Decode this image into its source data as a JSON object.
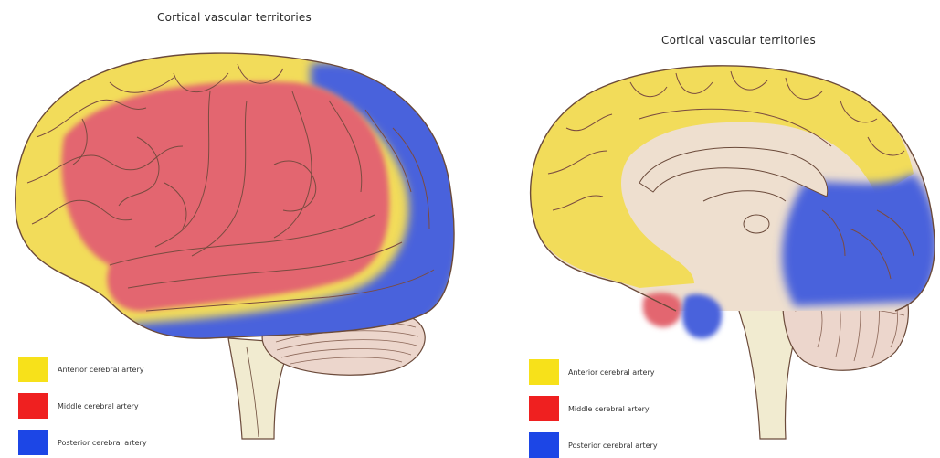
{
  "panels": [
    {
      "title": "Cortical vascular territories",
      "legend": [
        {
          "label": "Anterior cerebral artery",
          "color": "#f7e11a"
        },
        {
          "label": "Middle cerebral artery",
          "color": "#ef2020"
        },
        {
          "label": "Posterior cerebral artery",
          "color": "#1c46e6"
        }
      ]
    },
    {
      "title": "Cortical vascular territories",
      "legend": [
        {
          "label": "Anterior cerebral artery",
          "color": "#f7e11a"
        },
        {
          "label": "Middle cerebral artery",
          "color": "#ef2020"
        },
        {
          "label": "Posterior cerebral artery",
          "color": "#1c46e6"
        }
      ]
    }
  ],
  "colors": {
    "anterior": "#f2dc5a",
    "middle": "#e36670",
    "posterior": "#4a62dc",
    "tissue": "#eedfcf",
    "outline": "#6b4a3a",
    "cerebellum": "#ecd6cc",
    "brainstem": "#f1ebd0"
  }
}
